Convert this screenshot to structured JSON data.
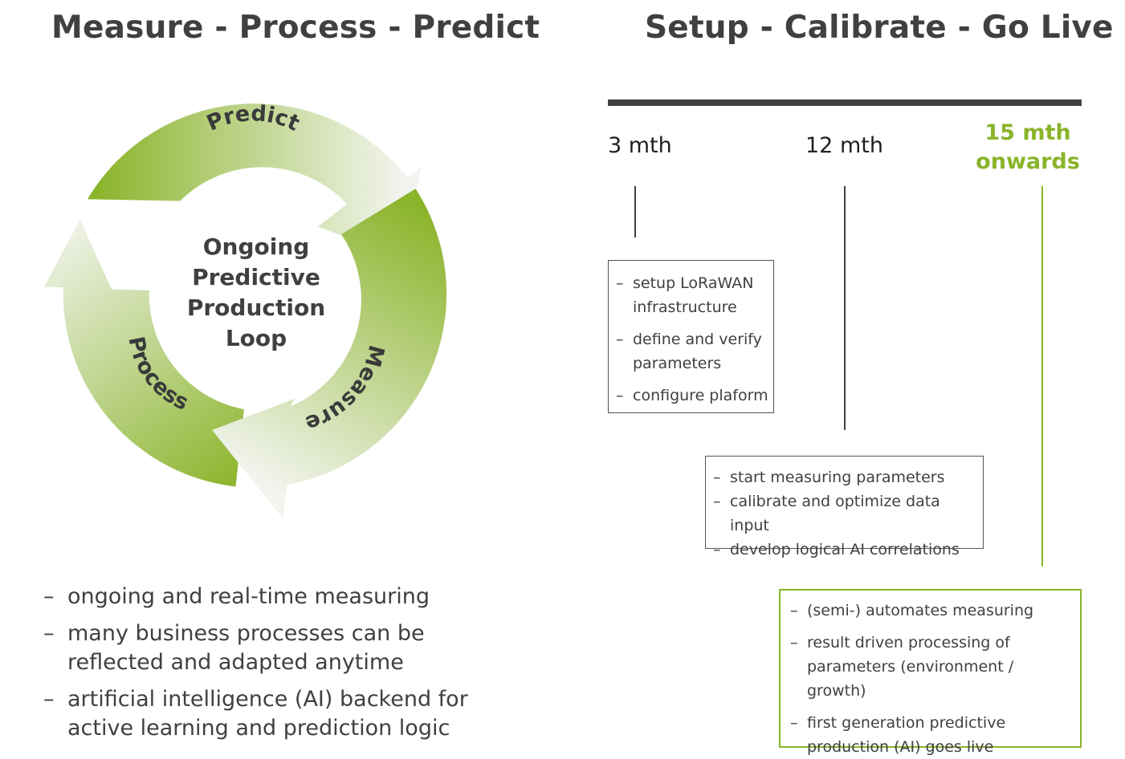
{
  "titles": {
    "left": "Measure - Process - Predict",
    "right": "Setup - Calibrate - Go Live"
  },
  "cycle": {
    "center_lines": [
      "Ongoing",
      "Predictive",
      "Production",
      "Loop"
    ],
    "arrows": {
      "predict": "Predict",
      "measure": "Measure",
      "process": "Process"
    },
    "colors": {
      "green": "#8ab42a",
      "light": "#f2f4ee",
      "text": "#3a3a3a"
    }
  },
  "left_bullets": [
    "ongoing and real-time measuring",
    "many business processes can be reflected and adapted anytime",
    "artificial intelligence (AI) backend for active learning and prediction logic"
  ],
  "timeline": {
    "milestones": [
      {
        "label": "3 mth"
      },
      {
        "label": "12 mth"
      },
      {
        "label_lines": [
          "15 mth",
          "onwards"
        ]
      }
    ],
    "boxes": [
      {
        "items": [
          "setup LoRaWAN infrastructure",
          "define and verify parameters",
          "configure plaform"
        ]
      },
      {
        "items": [
          "start measuring parameters",
          "calibrate and optimize data input",
          "develop logical AI correlations"
        ]
      },
      {
        "items": [
          "(semi-) automates measuring",
          "result driven processing of parameters (environment / growth)",
          "first generation predictive production (AI) goes live"
        ]
      }
    ],
    "colors": {
      "bar": "#404040",
      "highlight": "#8ab42a"
    }
  }
}
